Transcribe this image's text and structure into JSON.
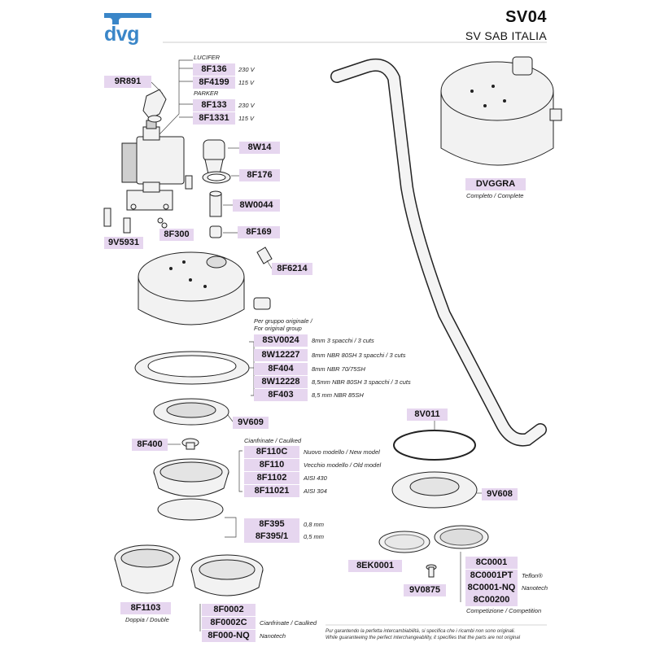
{
  "brand": "dvg",
  "title": "SV04",
  "subtitle": "SV SAB ITALIA",
  "labels": {
    "lucifer": "LUCIFER",
    "parker": "PARKER",
    "per_gruppo": "Per gruppo originale /",
    "for_group": "For original group",
    "cianfrinate1": "Cianfrinate / Caulked"
  },
  "parts": {
    "p9R891": "9R891",
    "p8F136": "8F136",
    "n8F136": "230 V",
    "p8F4199": "8F4199",
    "n8F4199": "115 V",
    "p8F133": "8F133",
    "n8F133": "230 V",
    "p8F1331": "8F1331",
    "n8F1331": "115 V",
    "p8W14": "8W14",
    "p8F176": "8F176",
    "p8W0044": "8W0044",
    "p9V5931": "9V5931",
    "p8F300": "8F300",
    "p8F169": "8F169",
    "p8F6214": "8F6214",
    "p8SV0024": "8SV0024",
    "n8SV0024": "8mm 3 spacchi / 3 cuts",
    "p8W12227": "8W12227",
    "n8W12227": "8mm NBR 80SH 3 spacchi / 3 cuts",
    "p8F404": "8F404",
    "n8F404": "8mm NBR 70/75SH",
    "p8W12228": "8W12228",
    "n8W12228": "8,5mm NBR 80SH 3 spacchi / 3 cuts",
    "p8F403": "8F403",
    "n8F403": "8,5 mm NBR 85SH",
    "p9V609": "9V609",
    "p8F400": "8F400",
    "p8F110C": "8F110C",
    "n8F110C": "Nuovo modello / New model",
    "p8F110": "8F110",
    "n8F110": "Vecchio modello / Old model",
    "p8F1102": "8F1102",
    "n8F1102": "AISI 430",
    "p8F11021": "8F11021",
    "n8F11021": "AISI 304",
    "p8F395": "8F395",
    "n8F395": "0,8 mm",
    "p8F3951": "8F395/1",
    "n8F3951": "0,5 mm",
    "p8F1103": "8F1103",
    "n8F1103": "Doppia / Double",
    "p8F0002": "8F0002",
    "p8F0002C": "8F0002C",
    "n8F0002C": "Cianfrinate / Caulked",
    "p8F000NQ": "8F000-NQ",
    "n8F000NQ": "Nanotech",
    "pDVGGRA": "DVGGRA",
    "nDVGGRA": "Completo / Complete",
    "p8V011": "8V011",
    "p9V608": "9V608",
    "p8EK0001": "8EK0001",
    "p9V0875": "9V0875",
    "p8C0001": "8C0001",
    "p8C0001PT": "8C0001PT",
    "n8C0001PT": "Teflon®",
    "p8C0001NQ": "8C0001-NQ",
    "n8C0001NQ": "Nanotech",
    "p8C00200": "8C00200",
    "n8C00200": "Competizione / Competition"
  },
  "disclaimer_it": "Pur garantendo la perfetta intercambiabilità, si specifica che i ricambi non sono originali.",
  "disclaimer_en": "While guaranteeing the perfect interchangeability, it specifies that the parts are not original"
}
